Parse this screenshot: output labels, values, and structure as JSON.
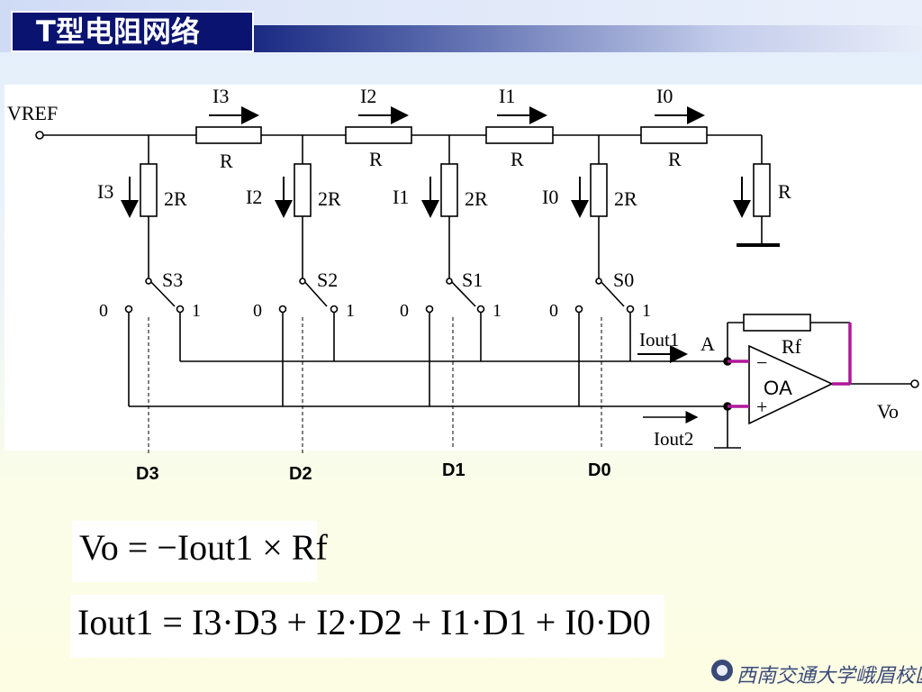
{
  "slide": {
    "title": "T型电阻网络"
  },
  "circuit": {
    "vref_label": "VREF",
    "branch_currents": [
      "I3",
      "I2",
      "I1",
      "I0"
    ],
    "series_resistor": "R",
    "shunt_resistor": "2R",
    "terminal_resistor": "R",
    "switches": [
      "S3",
      "S2",
      "S1",
      "S0"
    ],
    "switch_pos_0": "0",
    "switch_pos_1": "1",
    "iout1_label": "Iout1",
    "node_label": "A",
    "iout2_label": "Iout2",
    "feedback_resistor": "Rf",
    "opamp_label": "OA",
    "opamp_minus": "−",
    "opamp_plus": "+",
    "output_label": "Vo"
  },
  "digital_inputs": [
    "D3",
    "D2",
    "D1",
    "D0"
  ],
  "formulas": {
    "vo": "Vo = −Iout1 × Rf",
    "iout1": "Iout1 = I3·D3 + I2·D2 + I1·D1 + I0·D0"
  },
  "logo": {
    "text": "西南交通大学峨眉校区"
  },
  "colors": {
    "title_bg": "#0a1470",
    "opamp_leads": "#b0179a"
  }
}
